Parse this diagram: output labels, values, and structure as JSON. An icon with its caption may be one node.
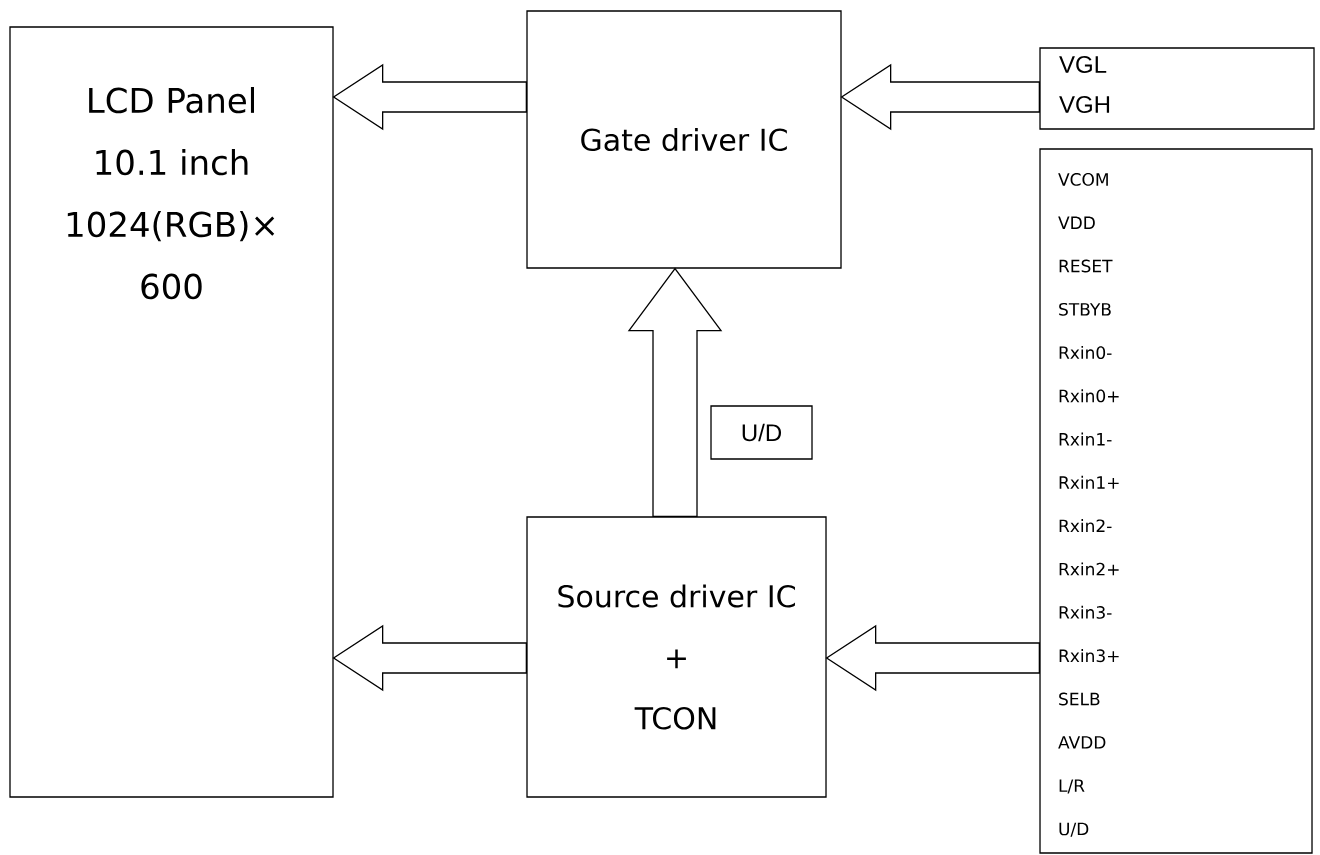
{
  "diagram": {
    "nodes": [
      {
        "text": [
          "LCD Panel",
          "10.1 inch",
          "1024(RGB)× 600"
        ]
      },
      {
        "text": [
          "Gate driver IC"
        ]
      },
      {
        "text": [
          "Source driver IC",
          "+",
          "TCON"
        ]
      },
      {
        "text": [
          "VGL",
          "VGH"
        ]
      },
      {
        "text": [
          "VCOM",
          "VDD",
          "RESET",
          "STBYB",
          "Rxin0-",
          "Rxin0+",
          "Rxin1-",
          "Rxin1+",
          "Rxin2-",
          "Rxin2+",
          "Rxin3-",
          "Rxin3+",
          "SELB",
          "AVDD",
          "L/R",
          "U/D"
        ]
      },
      {
        "text": [
          "U/D"
        ]
      }
    ],
    "edges": [
      {
        "from": 1,
        "to": 0,
        "arrow": "to"
      },
      {
        "from": 3,
        "to": 1,
        "arrow": "to"
      },
      {
        "from": 2,
        "to": 1,
        "arrow": "to"
      },
      {
        "from": 2,
        "to": 0,
        "arrow": "to"
      },
      {
        "from": 4,
        "to": 2,
        "arrow": "to"
      }
    ]
  }
}
